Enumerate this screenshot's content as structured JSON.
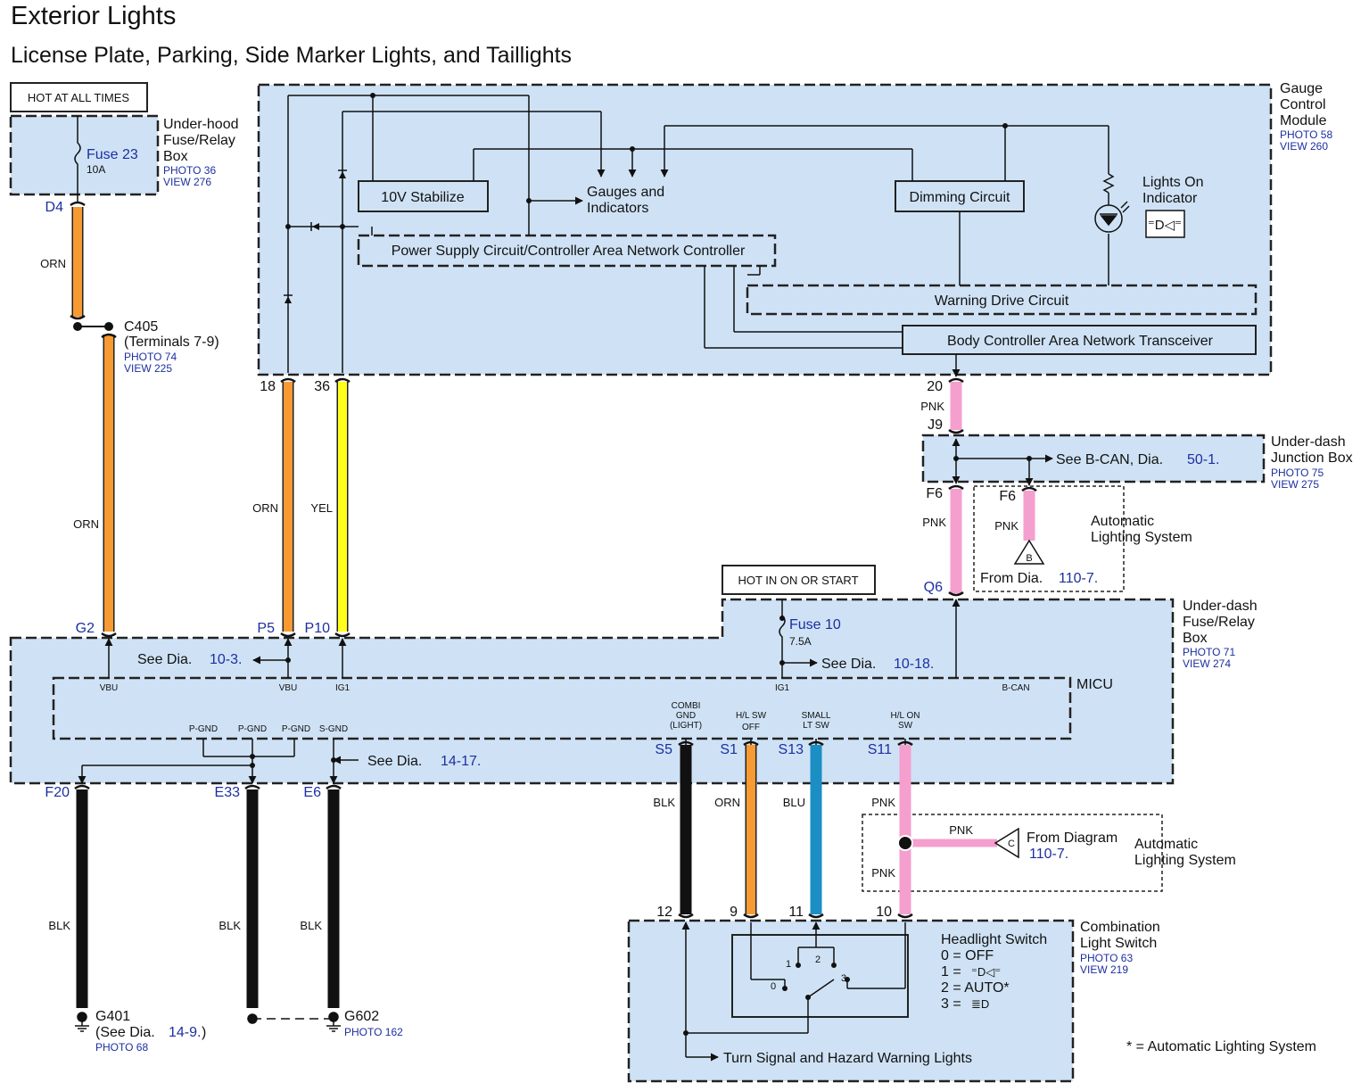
{
  "header": {
    "title": "Exterior Lights",
    "subtitle": "License Plate, Parking, Side Marker Lights, and Taillights"
  },
  "colors": {
    "box_fill": "#cfe2f5",
    "ORN": "#f89a32",
    "YEL": "#ffff1a",
    "PNK": "#f59fce",
    "BLK": "#111111",
    "BLU": "#1b8fc4",
    "link": "#1c2fa0"
  },
  "labels": {
    "hot_at_all_times": "HOT AT ALL TIMES",
    "hot_in_on_or_start": "HOT IN ON OR START",
    "underhood": {
      "l1": "Under-hood",
      "l2": "Fuse/Relay",
      "l3": "Box",
      "photo": "PHOTO 36",
      "view": "VIEW 276"
    },
    "fuse23": "Fuse 23",
    "fuse23_amp": "10A",
    "fuse10": "Fuse 10",
    "fuse10_amp": "7.5A",
    "c405": {
      "name": "C405",
      "terminals": "(Terminals 7-9)",
      "photo": "PHOTO 74",
      "view": "VIEW 225"
    },
    "gcm": {
      "l1": "Gauge",
      "l2": "Control",
      "l3": "Module",
      "photo": "PHOTO 58",
      "view": "VIEW 260"
    },
    "stabilize": "10V Stabilize",
    "gauges": {
      "l1": "Gauges and",
      "l2": "Indicators"
    },
    "dimming": "Dimming Circuit",
    "lights_on": {
      "l1": "Lights On",
      "l2": "Indicator"
    },
    "power_supply": "Power Supply Circuit/Controller Area Network Controller",
    "warning_drive": "Warning Drive Circuit",
    "body_can": "Body Controller Area Network Transceiver",
    "junction": {
      "l1": "Under-dash",
      "l2": "Junction Box",
      "photo": "PHOTO 75",
      "view": "VIEW 275"
    },
    "see_bcan": "See B-CAN,  Dia.",
    "see_bcan_ref": "50-1.",
    "auto_light": {
      "l1": "Automatic",
      "l2": "Lighting System"
    },
    "from_dia_b": "From  Dia.",
    "from_dia_b_ref": "110-7.",
    "underdash_fuse": {
      "l1": "Under-dash",
      "l2": "Fuse/Relay",
      "l3": "Box",
      "photo": "PHOTO 71",
      "view": "VIEW 274"
    },
    "micu": "MICU",
    "see_dia_left": "See  Dia.",
    "see_dia_left_ref": "10-3.",
    "see_dia_fuse": "See  Dia.",
    "see_dia_fuse_ref": "10-18.",
    "see_dia_sgnd": "See  Dia.",
    "see_dia_sgnd_ref": "14-17.",
    "pins": {
      "vbu1": "VBU",
      "vbu2": "VBU",
      "ig1a": "IG1",
      "ig1b": "IG1",
      "bcan": "B-CAN",
      "pgnd1": "P-GND",
      "pgnd2": "P-GND",
      "pgnd3": "P-GND",
      "sgnd": "S-GND",
      "combi1": "COMBI",
      "combi2": "GND",
      "combi3": "(LIGHT)",
      "hlsw1": "H/L SW",
      "hlsw2": "OFF",
      "small1": "SMALL",
      "small2": "LT SW",
      "hlon1": "H/L ON",
      "hlon2": "SW"
    },
    "conn": {
      "D4": "D4",
      "G2": "G2",
      "P5": "P5",
      "P10": "P10",
      "t18": "18",
      "t36": "36",
      "t20": "20",
      "J9": "J9",
      "F6a": "F6",
      "F6b": "F6",
      "Q6": "Q6",
      "F20": "F20",
      "E33": "E33",
      "E6": "E6",
      "S5": "S5",
      "S1": "S1",
      "S13": "S13",
      "S11": "S11",
      "t12": "12",
      "t9": "9",
      "t11": "11",
      "t10": "10"
    },
    "wires": {
      "orn_d4": "ORN",
      "orn_c405": "ORN",
      "orn_18": "ORN",
      "yel_36": "YEL",
      "pnk_20": "PNK",
      "pnk_f6": "PNK",
      "pnk_f6b": "PNK",
      "blk_f20": "BLK",
      "blk_e33": "BLK",
      "blk_e6": "BLK",
      "blk_s5": "BLK",
      "orn_s1": "ORN",
      "blu_s13": "BLU",
      "pnk_s11": "PNK",
      "pnk_c1": "PNK",
      "pnk_c2": "PNK"
    },
    "tri_b": "B",
    "tri_c": "C",
    "from_diagram": "From Diagram",
    "from_diagram_ref": "110-7.",
    "auto_light2": {
      "l1": "Automatic",
      "l2": "Lighting System"
    },
    "g401": {
      "name": "G401",
      "see": "(See Dia.",
      "ref": "14-9.",
      "close": ")",
      "photo": "PHOTO 68"
    },
    "g602": {
      "name": "G602",
      "photo": "PHOTO 162"
    },
    "combination": {
      "l1": "Combination",
      "l2": "Light Switch",
      "photo": "PHOTO 63",
      "view": "VIEW 219"
    },
    "headlight": {
      "title": "Headlight Switch",
      "s0": "0 = OFF",
      "s1": "1 =",
      "s2": "2 = AUTO*",
      "s3": "3 ="
    },
    "sw_pos": {
      "p0": "0",
      "p1": "1",
      "p2": "2",
      "p3": "3"
    },
    "turn_signal": "Turn Signal and Hazard Warning Lights",
    "footnote": "* = Automatic Lighting System"
  }
}
